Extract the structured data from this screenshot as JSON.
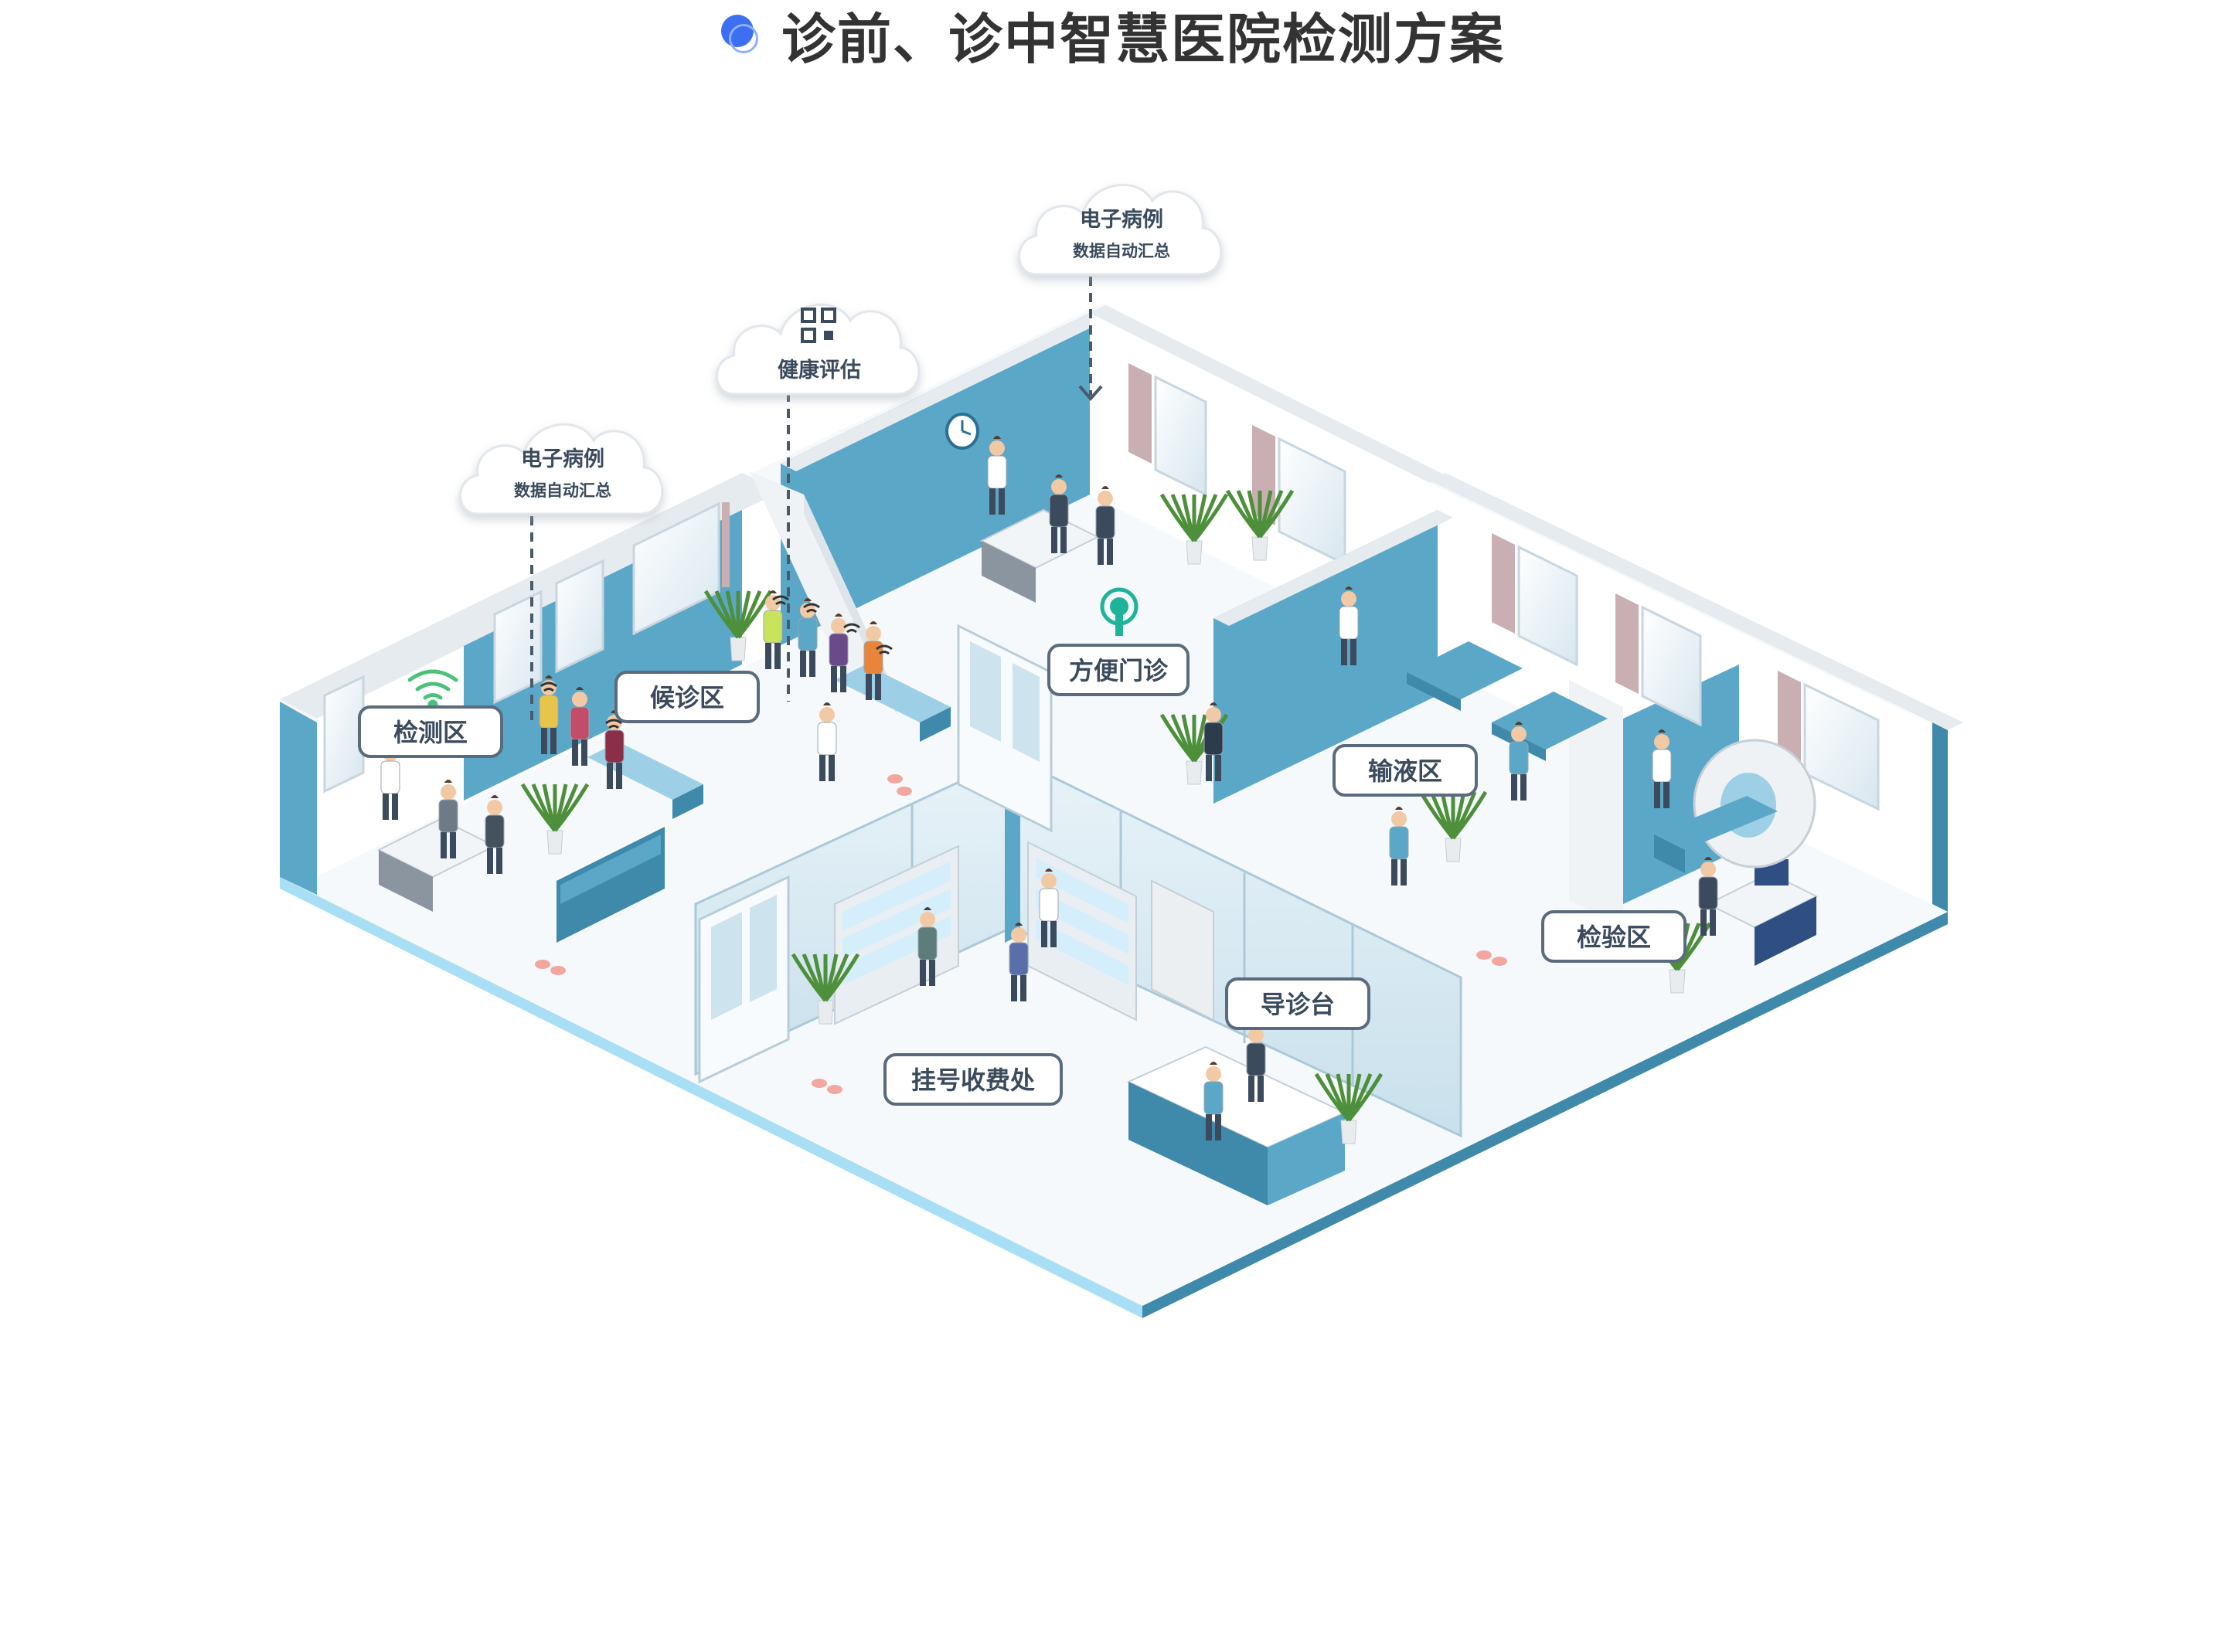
{
  "title": "诊前、诊中智慧医院检测方案",
  "colors": {
    "accent": "#3d6ff2",
    "wall_blue": "#5aa7c8",
    "wall_dark": "#3f89ab",
    "floor": "#f4f7f9",
    "label_border": "#5a6b7d",
    "label_text": "#3b4a5c",
    "wifi_green": "#4cc17a",
    "signal_teal": "#1fb39a"
  },
  "clouds": [
    {
      "line1": "电子病例",
      "line2": "数据自动汇总"
    },
    {
      "line1": "健康评估",
      "line2": "",
      "icon": "qr-code-icon"
    },
    {
      "line1": "电子病例",
      "line2": "数据自动汇总"
    }
  ],
  "zones": {
    "detection": "检测区",
    "waiting": "候诊区",
    "clinic": "方便门诊",
    "infusion": "输液区",
    "lab": "检验区",
    "guide": "导诊台",
    "registration": "挂号收费处"
  }
}
